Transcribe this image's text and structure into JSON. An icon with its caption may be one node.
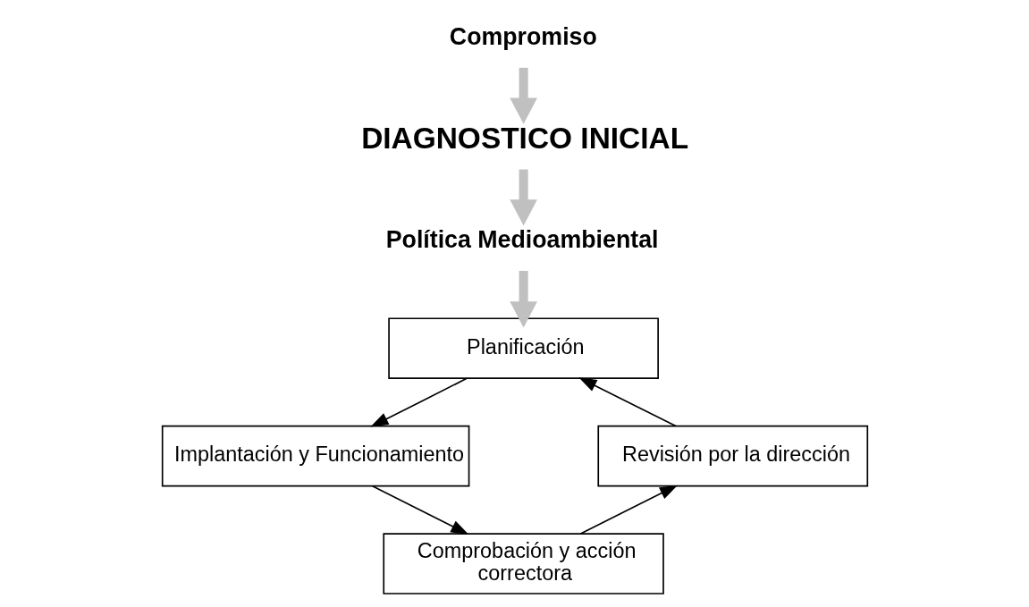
{
  "diagram": {
    "nodes": [
      {
        "text": [
          "Compromiso"
        ]
      },
      {
        "text": [
          "DIAGNOSTICO INICIAL"
        ]
      },
      {
        "text": [
          "Política Medioambiental"
        ]
      },
      {
        "text": [
          "Planificación"
        ]
      },
      {
        "text": [
          "Implantación y Funcionamiento"
        ]
      },
      {
        "text": [
          "Comprobación y acción correctora"
        ]
      },
      {
        "text": [
          "Revisión por la dirección"
        ]
      }
    ],
    "edges": [
      {
        "from": 0,
        "to": 1,
        "arrow": "to",
        "style": "thick",
        "color": "#c0c0c0"
      },
      {
        "from": 1,
        "to": 2,
        "arrow": "to",
        "style": "thick",
        "color": "#c0c0c0"
      },
      {
        "from": 2,
        "to": 3,
        "arrow": "to",
        "style": "thick",
        "color": "#c0c0c0"
      },
      {
        "from": 3,
        "to": 4,
        "arrow": "to"
      },
      {
        "from": 4,
        "to": 5,
        "arrow": "to"
      },
      {
        "from": 5,
        "to": 6,
        "arrow": "to"
      },
      {
        "from": 6,
        "to": 3,
        "arrow": "to"
      }
    ]
  }
}
